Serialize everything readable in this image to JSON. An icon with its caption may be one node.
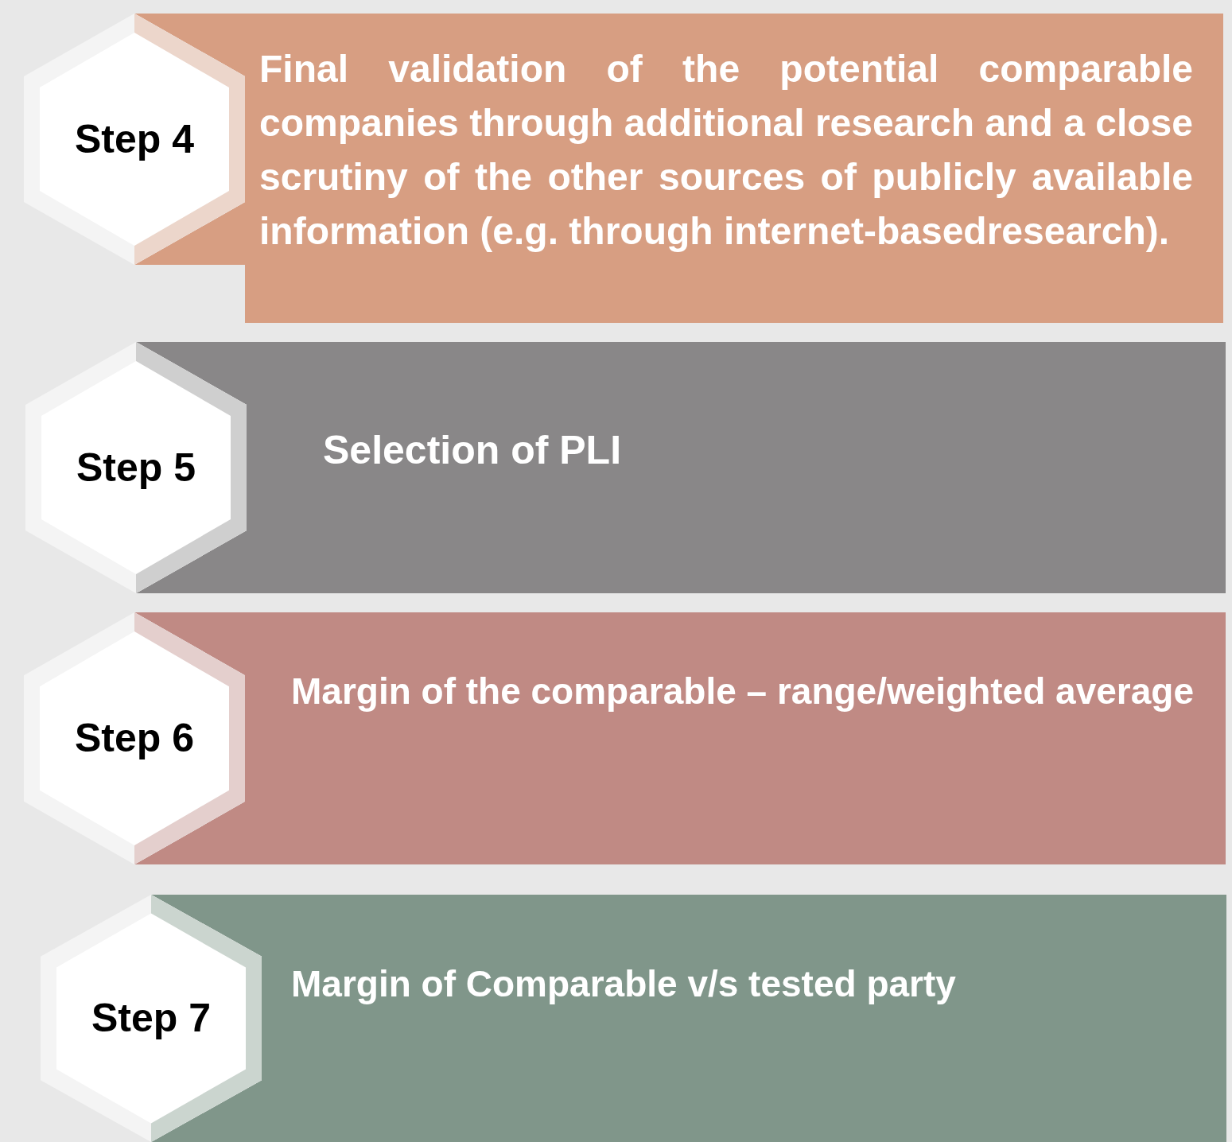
{
  "diagram": {
    "nodes": [
      {
        "text": [
          "Step 4"
        ]
      },
      {
        "text": [
          "Final validation of the potential comparable companies through additional research and a close scrutiny of the other sources of publicly available information (e.g. through internet-basedresearch)."
        ]
      },
      {
        "text": [
          "Step 5"
        ]
      },
      {
        "text": [
          "Selection of PLI"
        ]
      },
      {
        "text": [
          "Step 6"
        ]
      },
      {
        "text": [
          "Margin of the comparable – range/weighted average"
        ]
      },
      {
        "text": [
          "Step 7"
        ]
      },
      {
        "text": [
          "Margin of Comparable v/s tested party"
        ]
      }
    ]
  }
}
